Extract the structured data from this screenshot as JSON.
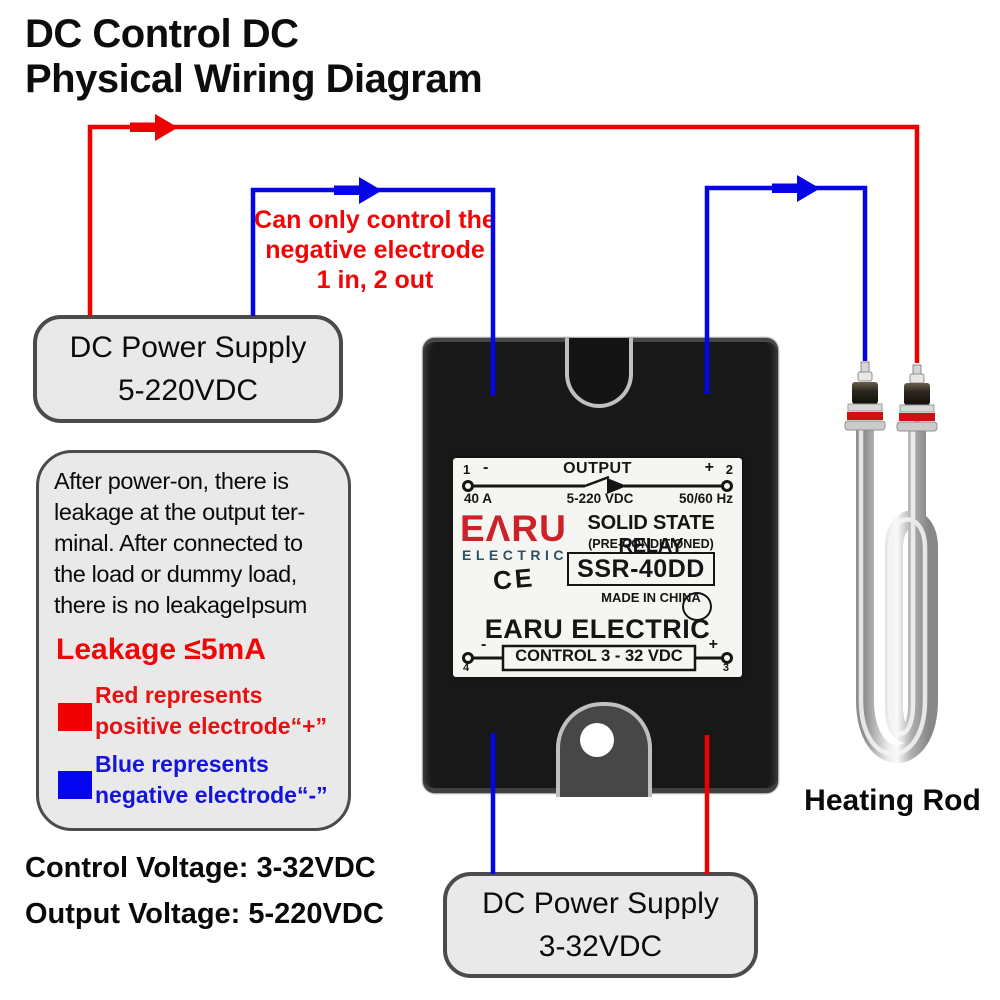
{
  "title": {
    "line1": "DC Control DC",
    "line2": "Physical Wiring Diagram"
  },
  "note": {
    "line1": "Can only control the",
    "line2": "negative electrode",
    "line3": "1 in, 2 out"
  },
  "boxes": {
    "supply_output": {
      "line1": "DC Power Supply",
      "line2": "5-220VDC"
    },
    "supply_control": {
      "line1": "DC Power Supply",
      "line2": "3-32VDC"
    },
    "info": {
      "p1": "After power-on, there is",
      "p2": "leakage at the output ter-",
      "p3": "minal. After connected to",
      "p4": "the load or dummy load,",
      "p5": "there is no leakageIpsum",
      "leakage": "Leakage ≤5mA",
      "legend_red_1": "Red represents",
      "legend_red_2": "positive electrode“+”",
      "legend_blue_1": "Blue represents",
      "legend_blue_2": "negative electrode“-”"
    }
  },
  "specs": {
    "control_voltage": "Control Voltage: 3-32VDC",
    "output_voltage": "Output Voltage: 5-220VDC"
  },
  "heating_rod_label": "Heating Rod",
  "relay": {
    "output_label": "OUTPUT",
    "terminal_1": "1",
    "terminal_2": "2",
    "terminal_3": "3",
    "terminal_4": "4",
    "minus": "-",
    "plus": "+",
    "amps": "40 A",
    "output_range": "5-220 VDC",
    "freq": "50/60 Hz",
    "brand": "EΛRU",
    "brand_sub": "ELECTRIC",
    "product": "SOLID STATE RELAY",
    "preconditioned": "(PRE-CONDITIONED)",
    "model": "SSR-40DD",
    "ce_mark": "CE",
    "made_in": "MADE IN CHINA",
    "company": "EARU ELECTRIC",
    "control_range": "CONTROL 3 - 32 VDC"
  },
  "colors": {
    "wire_red": "#ee0000",
    "wire_blue": "#0505e6",
    "text_red": "#f00606",
    "text_blue": "#1414dc",
    "brand_red": "#cc2129",
    "brand_slate": "#2f5166",
    "box_fill": "#e9e9e9",
    "box_border": "#4b4b4b",
    "tube_silver": "#c2c2c2"
  }
}
